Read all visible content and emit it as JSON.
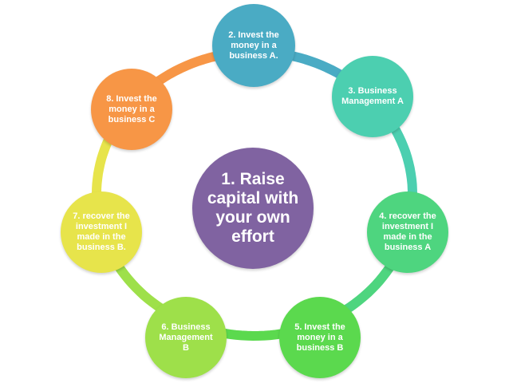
{
  "diagram": {
    "center": {
      "label": "1. Raise capital with your own effort",
      "color": "#8063a1"
    },
    "nodes": [
      {
        "label": "2. Invest the money in a business A.",
        "color": "#4aabc4"
      },
      {
        "label": "3. Business Management A",
        "color": "#4ccfb0"
      },
      {
        "label": "4. recover the investment I made in the business A",
        "color": "#4ed57f"
      },
      {
        "label": "5. Invest the money in a business B",
        "color": "#5bd94e"
      },
      {
        "label": "6. Business Management B",
        "color": "#9ee04a"
      },
      {
        "label": "7. recover the investment I made in the business B.",
        "color": "#e7e44b"
      },
      {
        "label": "8. Invest the money in a business C",
        "color": "#f79646"
      }
    ],
    "ring_segments": [
      {
        "from": "node-2",
        "to": "node-3",
        "color": "#4aabc4"
      },
      {
        "from": "node-3",
        "to": "node-4",
        "color": "#4ccfb0"
      },
      {
        "from": "node-4",
        "to": "node-5",
        "color": "#4ed57f"
      },
      {
        "from": "node-5",
        "to": "node-6",
        "color": "#5bd94e"
      },
      {
        "from": "node-6",
        "to": "node-7",
        "color": "#9ee04a"
      },
      {
        "from": "node-7",
        "to": "node-8",
        "color": "#e7e44b"
      },
      {
        "from": "node-8",
        "to": "node-2",
        "color": "#f79646"
      }
    ]
  }
}
